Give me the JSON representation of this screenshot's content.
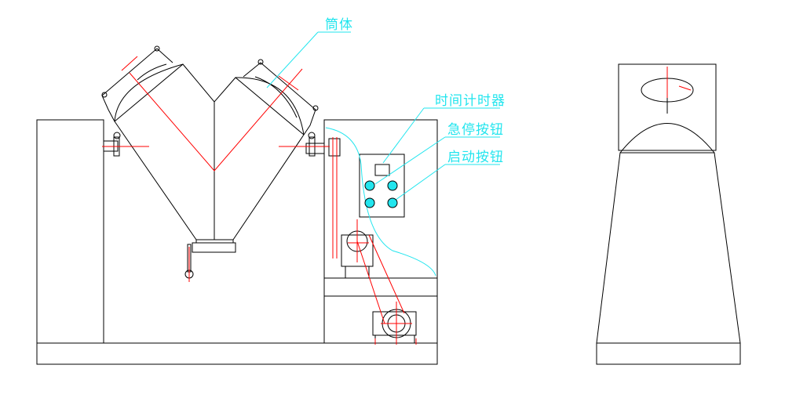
{
  "labels": {
    "drum": "筒体",
    "timer": "时间计时器",
    "emergency_stop": "急停按钮",
    "start_button": "启动按钮"
  },
  "colors": {
    "line": "#000000",
    "centerline": "#ff0000",
    "annotation": "#22e5ee"
  }
}
